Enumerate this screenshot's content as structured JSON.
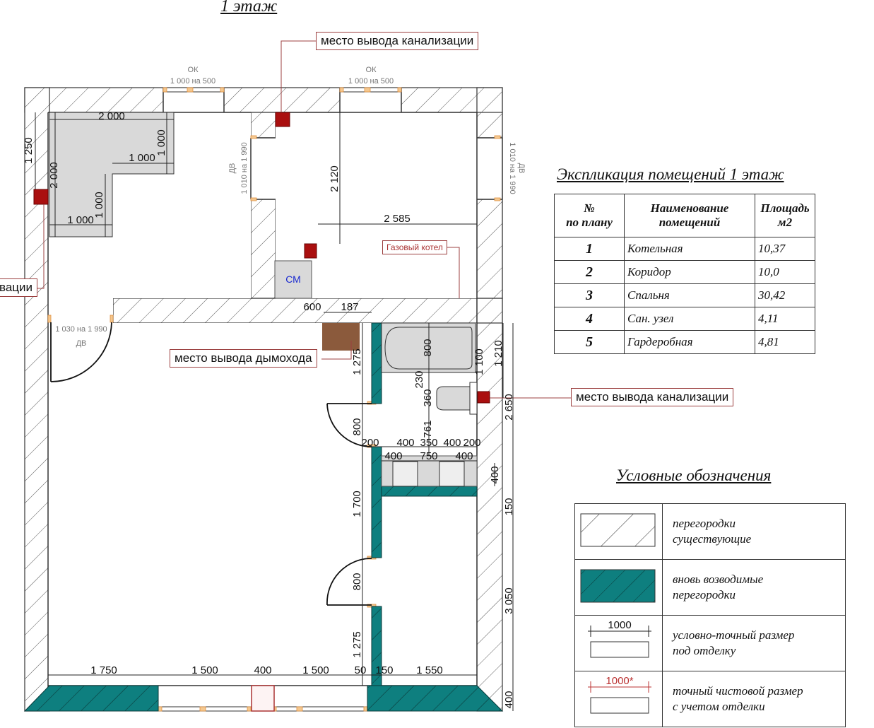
{
  "plan_title": "1 этаж",
  "windows": [
    {
      "label": "ОК",
      "size": "1 000 на 500"
    },
    {
      "label": "ОК",
      "size": "1 000 на 500"
    }
  ],
  "doors": [
    {
      "label": "ДВ",
      "size": "1 010 на 1 990"
    },
    {
      "label": "ДВ",
      "size": "1 010 на 1 990"
    },
    {
      "label": "ДВ",
      "size": "1 030 на 1 990"
    }
  ],
  "callouts": {
    "sewer_top": "место вывода канализации",
    "sewer_left": "место вывода канализации",
    "sewer_left_visible": "вации",
    "sewer_right": "место вывода канализации",
    "chimney": "место вывода дымохода",
    "gas_boiler": "Газовый котел",
    "washing_machine": "СМ"
  },
  "dimensions": {
    "kitchen_top": "2 000",
    "kitchen_right": "1 000",
    "kitchen_inner": "1 000",
    "kitchen_left": "2 000",
    "kitchen_inner_v": "1 000",
    "kitchen_bottom": "1 000",
    "left_1250": "1 250",
    "room2_height": "2 120",
    "room2_width": "2 585",
    "d600": "600",
    "d187": "187",
    "d1275a": "1 275",
    "d800a": "800",
    "d1700": "1 700",
    "d800b": "800",
    "d1275b": "1 275",
    "bath800": "800",
    "d230": "230",
    "d360": "360",
    "d761": "761",
    "d1100": "1 100",
    "d1210": "1 210",
    "d2650": "2 650",
    "d400v": "400",
    "d150": "150",
    "d3050": "3 050",
    "d400b": "400",
    "row1": [
      "200",
      "400",
      "350",
      "400",
      "200"
    ],
    "row2": [
      "400",
      "750",
      "400"
    ],
    "bottom": [
      "1 750",
      "1 500",
      "400",
      "1 500",
      "50",
      "150",
      "1 550"
    ]
  },
  "explication": {
    "title": "Экспликация помещений 1 этаж",
    "headers": [
      "№\nпо плану",
      "Наименование\nпомещений",
      "Площадь\nм2"
    ],
    "rows": [
      {
        "num": "1",
        "name": "Котельная",
        "area": "10,37"
      },
      {
        "num": "2",
        "name": "Коридор",
        "area": "10,0"
      },
      {
        "num": "3",
        "name": "Спальня",
        "area": "30,42"
      },
      {
        "num": "4",
        "name": "Сан. узел",
        "area": "4,11"
      },
      {
        "num": "5",
        "name": "Гардеробная",
        "area": "4,81"
      }
    ]
  },
  "legend": {
    "title": "Условные обозначения",
    "items": [
      {
        "text1": "перегородки",
        "text2": "существующие"
      },
      {
        "text1": "вновь возводимые",
        "text2": "перегородки"
      },
      {
        "sample": "1000",
        "text1": "условно-точный размер",
        "text2": "под отделку"
      },
      {
        "sample": "1000*",
        "text1": "точный чистовой размер",
        "text2": "с учетом отделки"
      }
    ]
  },
  "colors": {
    "new_wall": "#0e7f7f",
    "sewer_marker": "#aa0f0f",
    "chimney": "#8b5a3c",
    "fixture_grey": "#d9d9d9",
    "callout_border": "#9c4040",
    "door_jamb": "#f0b070"
  }
}
